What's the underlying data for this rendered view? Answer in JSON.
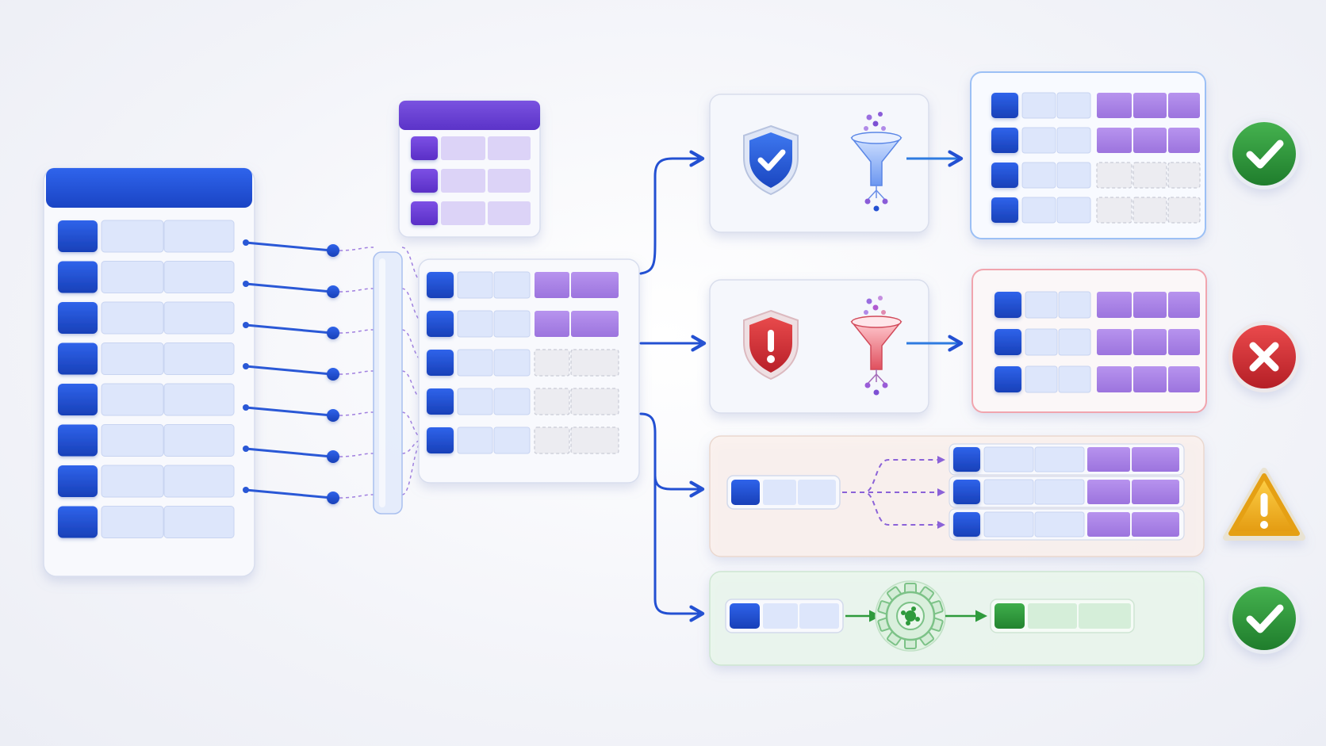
{
  "colors": {
    "primary_blue": "#1f4fd6",
    "key_blue_dark": "#173fb3",
    "cell_light_blue": "#dde6fb",
    "purple": "#a884e6",
    "purple_dark": "#6a3fd0",
    "lookup_cell": "#dcd3f7",
    "empty_cell": "#ececf1",
    "success_green": "#2e9a3c",
    "error_red": "#d63034",
    "warning_yellow": "#f1b21c",
    "panel_bg": "#f7f8fc",
    "blue_outline": "#8db3f5",
    "red_outline": "#f1a5ae",
    "orange_panel": "#fbf1ec",
    "green_panel": "#eaf6ec"
  },
  "diagram": {
    "source_table": {
      "row_count": 8
    },
    "lookup_table": {
      "row_count": 3
    },
    "joined_table": {
      "row_count": 5,
      "matched_rows": 2
    },
    "outcomes": [
      {
        "name": "validated-match",
        "icons": [
          "shield-check-icon",
          "funnel-icon"
        ],
        "result_rows": 4,
        "filled_rows": 2,
        "status": "success"
      },
      {
        "name": "rejected-match",
        "icons": [
          "shield-alert-icon",
          "funnel-icon"
        ],
        "result_rows": 3,
        "filled_rows": 3,
        "status": "error"
      },
      {
        "name": "fan-out-duplication",
        "icons": [
          "branch-icon"
        ],
        "result_rows": 3,
        "status": "warning"
      },
      {
        "name": "transformed-row",
        "icons": [
          "gear-icon"
        ],
        "result_rows": 1,
        "status": "success"
      }
    ]
  }
}
